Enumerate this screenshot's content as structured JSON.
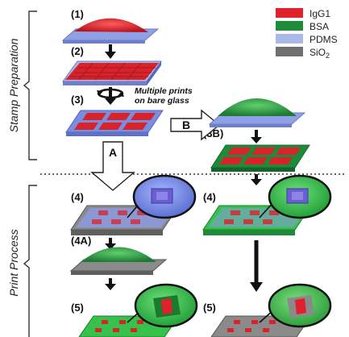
{
  "phases": {
    "stamp": "Stamp Preparation",
    "print": "Print Process"
  },
  "steps": {
    "s1": "(1)",
    "s2": "(2)",
    "s3": "(3)",
    "s3b": "(3B)",
    "s4_left": "(4)",
    "s4_right": "(4)",
    "s4a": "(4A)",
    "s5_left": "(5)",
    "s5_right": "(5)"
  },
  "arrows": {
    "a": "A",
    "b": "B"
  },
  "note": {
    "line1": "Multiple prints",
    "line2": "on bare glass"
  },
  "legend": [
    {
      "label": "IgG1",
      "color": "#e0202a",
      "icon": "igg1-swatch"
    },
    {
      "label": "BSA",
      "color": "#1e8a3a",
      "icon": "bsa-swatch"
    },
    {
      "label": "PDMS",
      "color": "#a9b8e6",
      "icon": "pdms-swatch"
    },
    {
      "label": "SiO",
      "sub": "2",
      "color": "#6f6f6f",
      "icon": "sio2-swatch"
    }
  ],
  "colors": {
    "igg1": "#e0202a",
    "bsa": "#1e8a3a",
    "pdms": "#a9b8e6",
    "sio2": "#6f6f6f"
  }
}
